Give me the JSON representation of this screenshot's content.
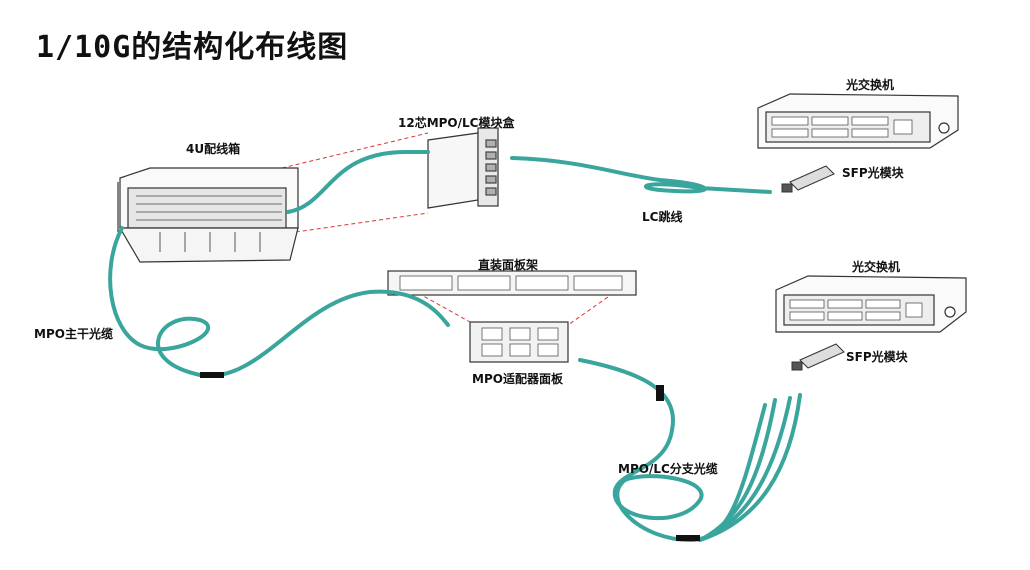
{
  "title": "1/10G的结构化布线图",
  "labels": {
    "cabinet": "4U配线箱",
    "mpo_lc_box": "12芯MPO/LC模块盒",
    "switch_top": "光交换机",
    "sfp_top": "SFP光模块",
    "lc_patch": "LC跳线",
    "panel_rack": "直装面板架",
    "switch_bottom": "光交换机",
    "sfp_bottom": "SFP光模块",
    "mpo_trunk": "MPO主干光缆",
    "mpo_adapter_panel": "MPO适配器面板",
    "fanout": "MPO/LC分支光缆"
  },
  "colors": {
    "cable": "#3aa59c",
    "cable_dark": "#1f6f69",
    "leader": "#e03030",
    "outline": "#333333"
  }
}
